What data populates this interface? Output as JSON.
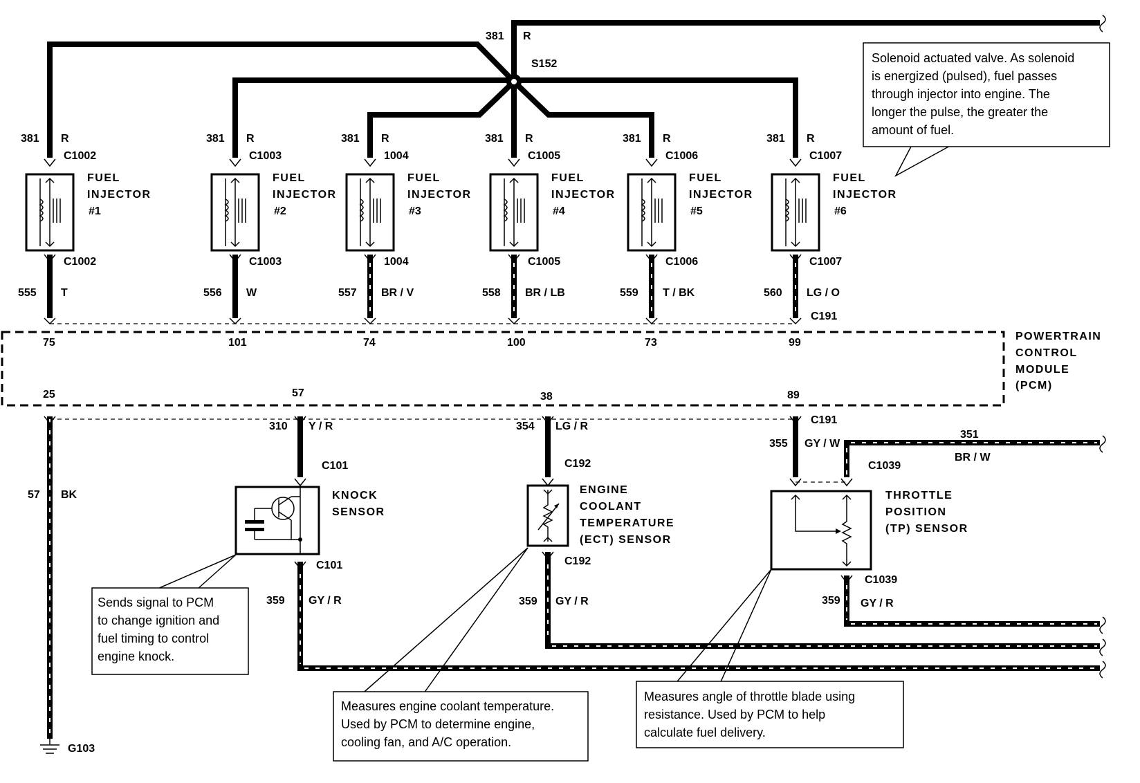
{
  "splice": {
    "wire": "381",
    "color": "R",
    "id": "S152"
  },
  "injectors": [
    {
      "wire_in": "381",
      "color_in": "R",
      "conn_top": "C1002",
      "title1": "FUEL",
      "title2": "INJECTOR",
      "num": "#1",
      "conn_bot": "C1002",
      "wire_out": "555",
      "color_out": "T",
      "pin": "75"
    },
    {
      "wire_in": "381",
      "color_in": "R",
      "conn_top": "C1003",
      "title1": "FUEL",
      "title2": "INJECTOR",
      "num": "#2",
      "conn_bot": "C1003",
      "wire_out": "556",
      "color_out": "W",
      "pin": "101"
    },
    {
      "wire_in": "381",
      "color_in": "R",
      "conn_top": "1004",
      "title1": "FUEL",
      "title2": "INJECTOR",
      "num": "#3",
      "conn_bot": "1004",
      "wire_out": "557",
      "color_out": "BR / V",
      "pin": "74"
    },
    {
      "wire_in": "381",
      "color_in": "R",
      "conn_top": "C1005",
      "title1": "FUEL",
      "title2": "INJECTOR",
      "num": "#4",
      "conn_bot": "C1005",
      "wire_out": "558",
      "color_out": "BR / LB",
      "pin": "100"
    },
    {
      "wire_in": "381",
      "color_in": "R",
      "conn_top": "C1006",
      "title1": "FUEL",
      "title2": "INJECTOR",
      "num": "#5",
      "conn_bot": "C1006",
      "wire_out": "559",
      "color_out": "T / BK",
      "pin": "73"
    },
    {
      "wire_in": "381",
      "color_in": "R",
      "conn_top": "C1007",
      "title1": "FUEL",
      "title2": "INJECTOR",
      "num": "#6",
      "conn_bot": "C1007",
      "wire_out": "560",
      "color_out": "LG / O",
      "pin": "99"
    }
  ],
  "pcm": {
    "connector_top": "C191",
    "name_lines": [
      "POWERTRAIN",
      "CONTROL",
      "MODULE",
      "(PCM)"
    ],
    "bottom_pins": [
      "25",
      "57",
      "38",
      "89"
    ]
  },
  "ground": {
    "wire": "57",
    "color": "BK",
    "id": "G103"
  },
  "knock": {
    "wire": "310",
    "color": "Y / R",
    "conn_top": "C101",
    "conn_bot": "C101",
    "name_lines": [
      "KNOCK",
      "SENSOR"
    ],
    "wire_out": "359",
    "color_out": "GY / R"
  },
  "ect": {
    "wire": "354",
    "color": "LG / R",
    "conn_top": "C192",
    "conn_bot": "C192",
    "name_lines": [
      "ENGINE",
      "COOLANT",
      "TEMPERATURE",
      "(ECT) SENSOR"
    ],
    "wire_out": "359",
    "color_out": "GY / R"
  },
  "tp": {
    "conn_pcm": "C191",
    "wire": "355",
    "color": "GY / W",
    "ref_wire": "351",
    "ref_color": "BR / W",
    "conn_top": "C1039",
    "conn_bot": "C1039",
    "name_lines": [
      "THROTTLE",
      "POSITION",
      "(TP) SENSOR"
    ],
    "wire_out": "359",
    "color_out": "GY / R"
  },
  "notes": {
    "injector": [
      "Solenoid actuated valve. As solenoid",
      "is energized (pulsed), fuel passes",
      "through injector into engine. The",
      "longer the pulse, the greater the",
      "amount of fuel."
    ],
    "knock": [
      "Sends signal to PCM",
      "to change ignition and",
      "fuel timing to control",
      "engine knock."
    ],
    "ect": [
      "Measures engine coolant temperature.",
      "Used by PCM to determine engine,",
      "cooling fan, and A/C operation."
    ],
    "tp": [
      "Measures angle of throttle blade using",
      "resistance.  Used by PCM to help",
      "calculate fuel delivery."
    ]
  }
}
